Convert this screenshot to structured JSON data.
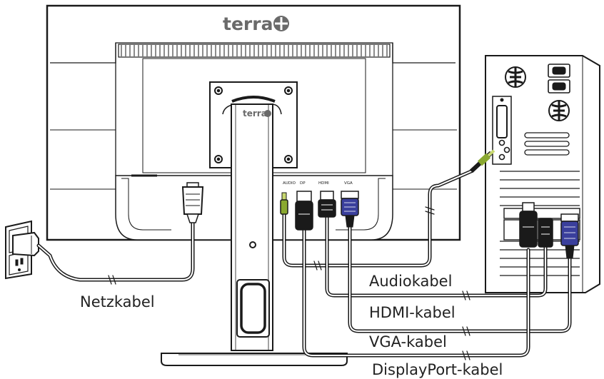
{
  "monitor": {
    "brand_logo": "terra",
    "stand_logo": "terra",
    "port_labels": [
      "AUDIO",
      "DP",
      "HDMI",
      "VGA"
    ]
  },
  "cables": {
    "power": "Netzkabel",
    "audio": "Audiokabel",
    "hdmi": "HDMI-kabel",
    "vga": "VGA-kabel",
    "displayport": "DisplayPort-kabel"
  },
  "colors": {
    "line": "#1a1a1a",
    "vga_blue": "#3a3f9c",
    "audio_green": "#8aa830",
    "panel_gray": "#f4f4f4"
  }
}
